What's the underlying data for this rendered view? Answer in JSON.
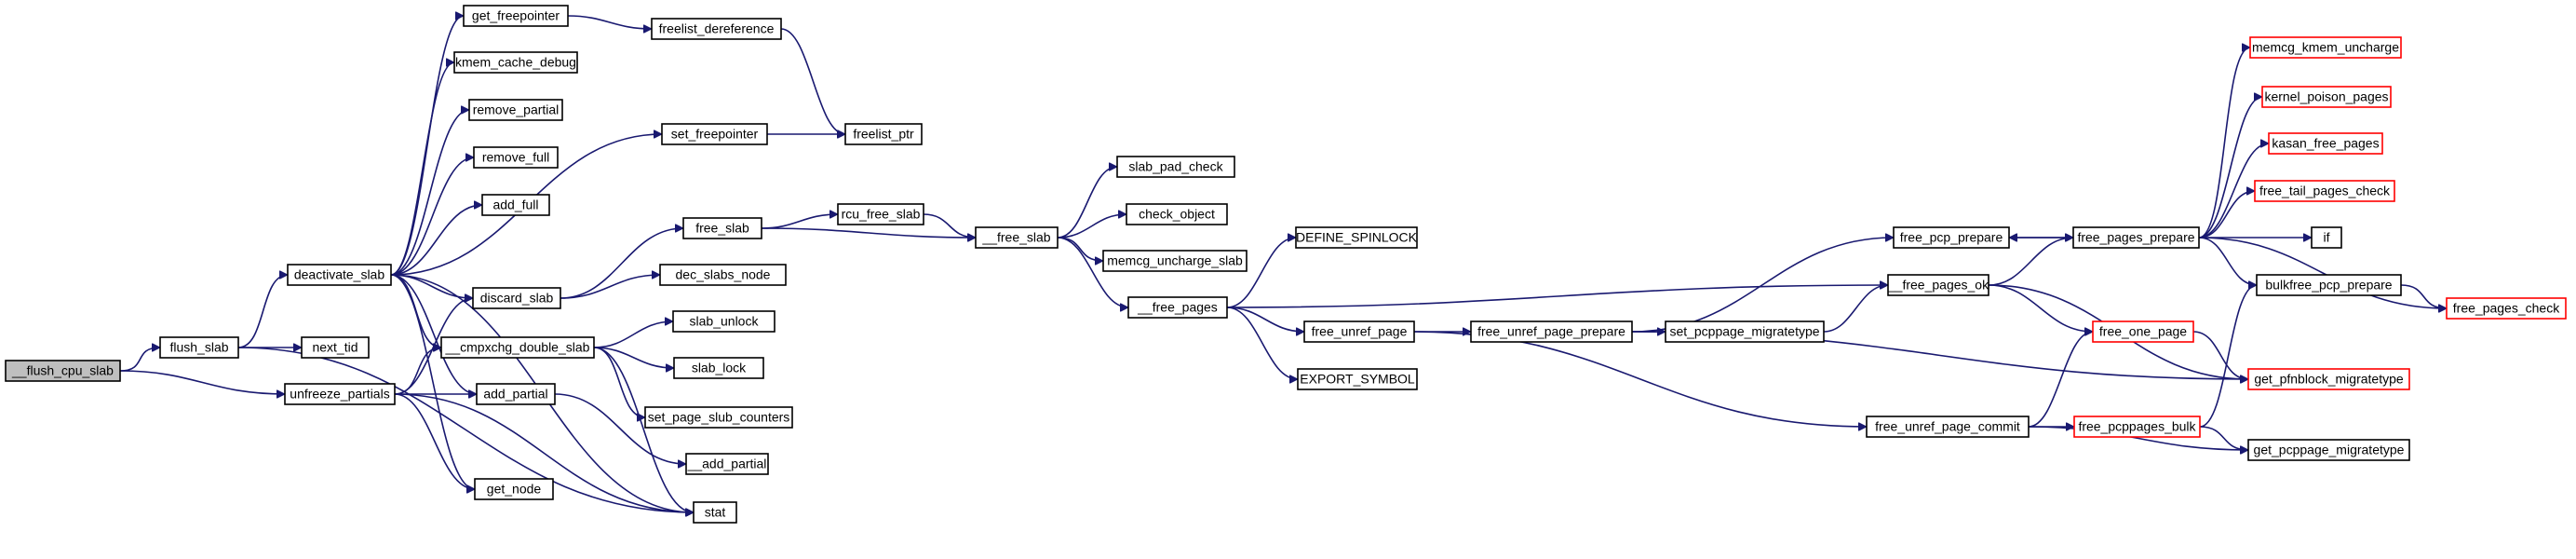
{
  "colors": {
    "edge": "#191970",
    "node_border": "#000000",
    "truncated_border": "#ff0000",
    "root_fill": "#bfbfbf",
    "node_fill": "#ffffff"
  },
  "nodes": [
    {
      "id": "flush_cpu_slab",
      "label": "__flush_cpu_slab",
      "type": "root"
    },
    {
      "id": "flush_slab",
      "label": "flush_slab"
    },
    {
      "id": "unfreeze_partials",
      "label": "unfreeze_partials"
    },
    {
      "id": "deactivate_slab",
      "label": "deactivate_slab"
    },
    {
      "id": "next_tid",
      "label": "next_tid"
    },
    {
      "id": "get_freepointer",
      "label": "get_freepointer"
    },
    {
      "id": "kmem_cache_debug",
      "label": "kmem_cache_debug"
    },
    {
      "id": "remove_partial",
      "label": "remove_partial"
    },
    {
      "id": "remove_full",
      "label": "remove_full"
    },
    {
      "id": "add_full",
      "label": "add_full"
    },
    {
      "id": "set_freepointer",
      "label": "set_freepointer"
    },
    {
      "id": "discard_slab",
      "label": "discard_slab"
    },
    {
      "id": "cmpxchg_double_slab",
      "label": "__cmpxchg_double_slab"
    },
    {
      "id": "add_partial",
      "label": "add_partial"
    },
    {
      "id": "get_node",
      "label": "get_node"
    },
    {
      "id": "stat",
      "label": "stat"
    },
    {
      "id": "freelist_dereference",
      "label": "freelist_dereference"
    },
    {
      "id": "freelist_ptr",
      "label": "freelist_ptr"
    },
    {
      "id": "free_slab",
      "label": "free_slab"
    },
    {
      "id": "dec_slabs_node",
      "label": "dec_slabs_node"
    },
    {
      "id": "slab_unlock",
      "label": "slab_unlock"
    },
    {
      "id": "slab_lock",
      "label": "slab_lock"
    },
    {
      "id": "set_page_slub_counters",
      "label": "set_page_slub_counters"
    },
    {
      "id": "add_partial_inner",
      "label": "__add_partial"
    },
    {
      "id": "rcu_free_slab",
      "label": "rcu_free_slab"
    },
    {
      "id": "free_slab_inner",
      "label": "__free_slab"
    },
    {
      "id": "slab_pad_check",
      "label": "slab_pad_check"
    },
    {
      "id": "check_object",
      "label": "check_object"
    },
    {
      "id": "memcg_uncharge_slab",
      "label": "memcg_uncharge_slab"
    },
    {
      "id": "free_pages_inner",
      "label": "__free_pages"
    },
    {
      "id": "DEFINE_SPINLOCK",
      "label": "DEFINE_SPINLOCK"
    },
    {
      "id": "free_unref_page",
      "label": "free_unref_page"
    },
    {
      "id": "EXPORT_SYMBOL",
      "label": "EXPORT_SYMBOL"
    },
    {
      "id": "free_unref_page_prepare",
      "label": "free_unref_page_prepare"
    },
    {
      "id": "set_pcppage_migratetype",
      "label": "set_pcppage_migratetype"
    },
    {
      "id": "free_pages_ok",
      "label": "__free_pages_ok"
    },
    {
      "id": "free_pcp_prepare",
      "label": "free_pcp_prepare"
    },
    {
      "id": "free_unref_page_commit",
      "label": "free_unref_page_commit"
    },
    {
      "id": "free_one_page",
      "label": "free_one_page",
      "type": "truncated"
    },
    {
      "id": "free_pcppages_bulk",
      "label": "free_pcppages_bulk",
      "type": "truncated"
    },
    {
      "id": "free_pages_prepare",
      "label": "free_pages_prepare"
    },
    {
      "id": "memcg_kmem_uncharge",
      "label": "memcg_kmem_uncharge",
      "type": "truncated"
    },
    {
      "id": "kernel_poison_pages",
      "label": "kernel_poison_pages",
      "type": "truncated"
    },
    {
      "id": "kasan_free_pages",
      "label": "kasan_free_pages",
      "type": "truncated"
    },
    {
      "id": "free_tail_pages_check",
      "label": "free_tail_pages_check",
      "type": "truncated"
    },
    {
      "id": "if",
      "label": "if"
    },
    {
      "id": "bulkfree_pcp_prepare",
      "label": "bulkfree_pcp_prepare"
    },
    {
      "id": "get_pfnblock_migratetype",
      "label": "get_pfnblock_migratetype",
      "type": "truncated"
    },
    {
      "id": "free_pages_check",
      "label": "free_pages_check",
      "type": "truncated"
    },
    {
      "id": "get_pcppage_migratetype",
      "label": "get_pcppage_migratetype"
    }
  ],
  "edges": [
    [
      "flush_cpu_slab",
      "flush_slab"
    ],
    [
      "flush_cpu_slab",
      "unfreeze_partials"
    ],
    [
      "flush_slab",
      "deactivate_slab"
    ],
    [
      "flush_slab",
      "next_tid"
    ],
    [
      "flush_slab",
      "stat"
    ],
    [
      "deactivate_slab",
      "get_freepointer"
    ],
    [
      "deactivate_slab",
      "kmem_cache_debug"
    ],
    [
      "deactivate_slab",
      "remove_partial"
    ],
    [
      "deactivate_slab",
      "remove_full"
    ],
    [
      "deactivate_slab",
      "add_full"
    ],
    [
      "deactivate_slab",
      "set_freepointer"
    ],
    [
      "deactivate_slab",
      "discard_slab"
    ],
    [
      "deactivate_slab",
      "cmpxchg_double_slab"
    ],
    [
      "deactivate_slab",
      "add_partial"
    ],
    [
      "deactivate_slab",
      "get_node"
    ],
    [
      "deactivate_slab",
      "stat"
    ],
    [
      "unfreeze_partials",
      "discard_slab"
    ],
    [
      "unfreeze_partials",
      "cmpxchg_double_slab"
    ],
    [
      "unfreeze_partials",
      "add_partial"
    ],
    [
      "unfreeze_partials",
      "get_node"
    ],
    [
      "unfreeze_partials",
      "stat"
    ],
    [
      "get_freepointer",
      "freelist_dereference"
    ],
    [
      "freelist_dereference",
      "freelist_ptr"
    ],
    [
      "set_freepointer",
      "freelist_ptr"
    ],
    [
      "discard_slab",
      "free_slab"
    ],
    [
      "discard_slab",
      "dec_slabs_node"
    ],
    [
      "cmpxchg_double_slab",
      "slab_unlock"
    ],
    [
      "cmpxchg_double_slab",
      "slab_lock"
    ],
    [
      "cmpxchg_double_slab",
      "set_page_slub_counters"
    ],
    [
      "cmpxchg_double_slab",
      "stat"
    ],
    [
      "add_partial",
      "add_partial_inner"
    ],
    [
      "free_slab",
      "rcu_free_slab"
    ],
    [
      "free_slab",
      "free_slab_inner"
    ],
    [
      "rcu_free_slab",
      "free_slab_inner"
    ],
    [
      "free_slab_inner",
      "slab_pad_check"
    ],
    [
      "free_slab_inner",
      "check_object"
    ],
    [
      "free_slab_inner",
      "memcg_uncharge_slab"
    ],
    [
      "free_slab_inner",
      "free_pages_inner"
    ],
    [
      "free_pages_inner",
      "DEFINE_SPINLOCK"
    ],
    [
      "free_pages_inner",
      "free_unref_page"
    ],
    [
      "free_pages_inner",
      "EXPORT_SYMBOL"
    ],
    [
      "free_pages_inner",
      "free_pages_ok"
    ],
    [
      "free_unref_page",
      "free_unref_page_prepare"
    ],
    [
      "free_unref_page",
      "free_unref_page_commit"
    ],
    [
      "free_unref_page_prepare",
      "set_pcppage_migratetype"
    ],
    [
      "free_unref_page_prepare",
      "free_pcp_prepare"
    ],
    [
      "free_unref_page_prepare",
      "get_pfnblock_migratetype"
    ],
    [
      "set_pcppage_migratetype",
      "free_pages_ok"
    ],
    [
      "free_pages_ok",
      "free_pages_prepare"
    ],
    [
      "free_pages_ok",
      "free_one_page"
    ],
    [
      "free_pages_ok",
      "get_pfnblock_migratetype"
    ],
    [
      "free_pcp_prepare",
      "free_pages_prepare"
    ],
    [
      "free_pages_prepare",
      "free_pcp_prepare"
    ],
    [
      "free_unref_page_commit",
      "free_one_page"
    ],
    [
      "free_unref_page_commit",
      "free_pcppages_bulk"
    ],
    [
      "free_unref_page_commit",
      "get_pcppage_migratetype"
    ],
    [
      "free_one_page",
      "get_pfnblock_migratetype"
    ],
    [
      "free_pcppages_bulk",
      "bulkfree_pcp_prepare"
    ],
    [
      "free_pcppages_bulk",
      "get_pcppage_migratetype"
    ],
    [
      "free_pages_prepare",
      "memcg_kmem_uncharge"
    ],
    [
      "free_pages_prepare",
      "kernel_poison_pages"
    ],
    [
      "free_pages_prepare",
      "kasan_free_pages"
    ],
    [
      "free_pages_prepare",
      "free_tail_pages_check"
    ],
    [
      "free_pages_prepare",
      "if"
    ],
    [
      "free_pages_prepare",
      "bulkfree_pcp_prepare"
    ],
    [
      "free_pages_prepare",
      "free_pages_check"
    ],
    [
      "bulkfree_pcp_prepare",
      "free_pages_check"
    ]
  ]
}
